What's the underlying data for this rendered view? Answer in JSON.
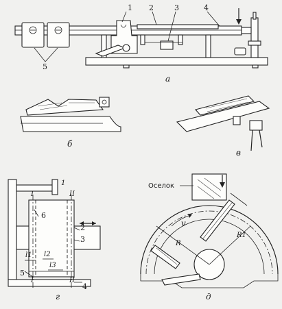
{
  "panels": {
    "a": {
      "sublabel": "а",
      "parts": [
        "1",
        "2",
        "3",
        "4",
        "5"
      ]
    },
    "b": {
      "sublabel": "б"
    },
    "v": {
      "sublabel": "в"
    },
    "g": {
      "sublabel": "г",
      "parts": [
        "1",
        "2",
        "3",
        "4",
        "5",
        "6"
      ],
      "planes": [
        "I",
        "II",
        "I",
        "II"
      ],
      "dims": [
        "l1",
        "l2",
        "l3"
      ]
    },
    "d": {
      "sublabel": "д",
      "stone_label": "Оселок",
      "velocity": "v",
      "radius": "R",
      "radius1": "R1"
    }
  },
  "colors": {
    "ink": "#222222",
    "paper": "#f1f1ef"
  }
}
